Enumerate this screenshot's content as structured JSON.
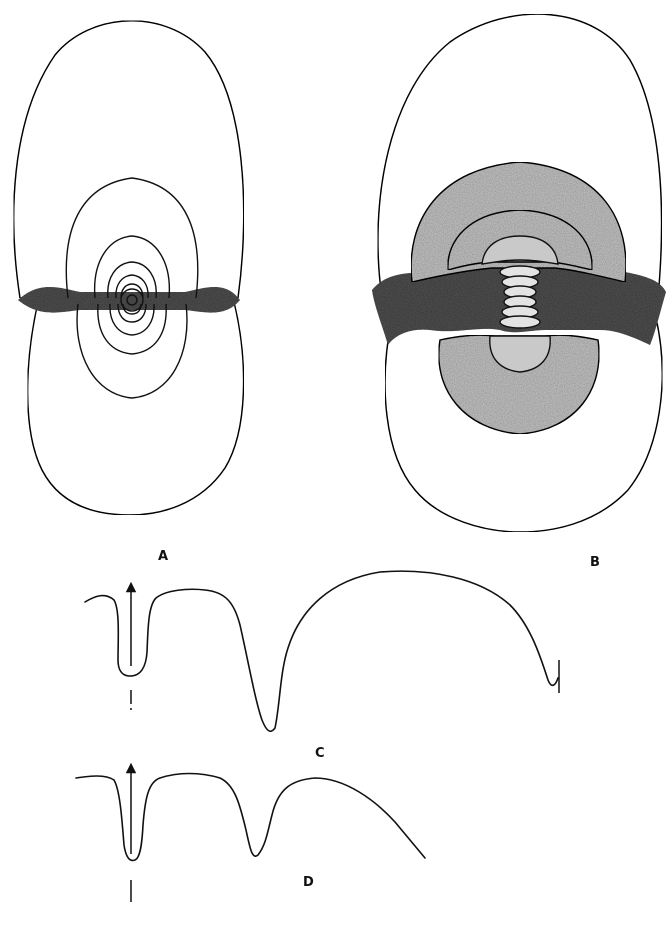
{
  "figure": {
    "panels": [
      {
        "id": "A",
        "label": "A"
      },
      {
        "id": "B",
        "label": "B"
      },
      {
        "id": "C",
        "label": "C"
      },
      {
        "id": "D",
        "label": "D"
      }
    ],
    "colors": {
      "stipple_light": "#c9c9c9",
      "stipple_dark": "#5a5a5a",
      "line": "#111111",
      "background": "#ffffff"
    }
  }
}
